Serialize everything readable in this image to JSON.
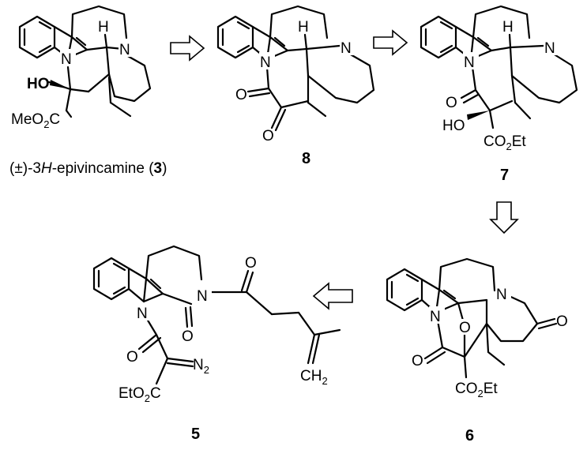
{
  "scheme": {
    "compound_3": {
      "caption_prefix": "(±)-3",
      "caption_italic": "H",
      "caption_mid": "-epivincamine (",
      "caption_num": "3",
      "caption_suffix": ")",
      "atoms": {
        "n_indole": "N",
        "n_amine": "N",
        "h": "H",
        "oh": "HO",
        "ester": "MeO",
        "ester_sub": "2",
        "ester_c": "C"
      }
    },
    "compound_8": {
      "label": "8",
      "atoms": {
        "n_indole": "N",
        "n_amine": "N",
        "h": "H",
        "o1": "O",
        "o2": "O"
      }
    },
    "compound_7": {
      "label": "7",
      "atoms": {
        "n_indole": "N",
        "n_amine": "N",
        "h": "H",
        "o": "O",
        "oh": "HO",
        "ester_co": "CO",
        "ester_sub": "2",
        "ester_et": "Et"
      }
    },
    "compound_6": {
      "label": "6",
      "atoms": {
        "n_indole": "N",
        "n_amide": "N",
        "o_lactam": "O",
        "o_bridge": "O",
        "o_ring": "O",
        "ester_co": "CO",
        "ester_sub": "2",
        "ester_et": "Et"
      }
    },
    "compound_5": {
      "label": "5",
      "atoms": {
        "n_indole": "N",
        "n_amide": "N",
        "o1": "O",
        "o2": "O",
        "o3": "O",
        "diazo": "N",
        "diazo_sub": "2",
        "ester": "EtO",
        "ester_sub": "2",
        "ester_c": "C",
        "ch": "CH",
        "ch_sub": "2"
      }
    }
  }
}
